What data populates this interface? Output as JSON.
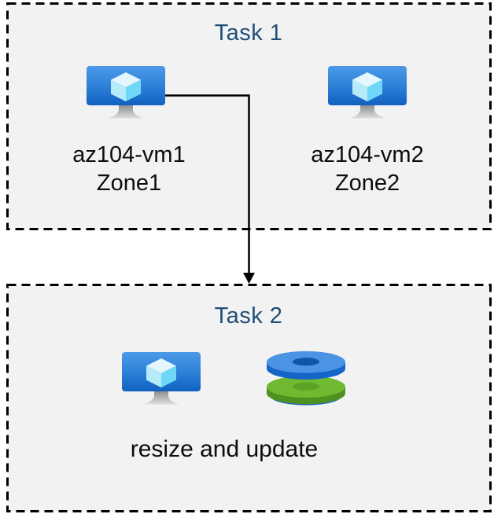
{
  "page": {
    "background": "#ffffff",
    "box_fill": "#f2f2f2",
    "box_border_color": "#000000",
    "title_color": "#1F4E79",
    "text_color": "#0d0d0d"
  },
  "task1": {
    "title": "Task 1",
    "vms": [
      {
        "name": "az104-vm1",
        "zone": "Zone1",
        "icon": "virtual-machine-icon"
      },
      {
        "name": "az104-vm2",
        "zone": "Zone2",
        "icon": "virtual-machine-icon"
      }
    ]
  },
  "task2": {
    "title": "Task 2",
    "caption": "resize and update",
    "icons": [
      "virtual-machine-icon",
      "managed-disks-icon"
    ]
  },
  "connector": {
    "type": "elbow-arrow",
    "from": "az104-vm1",
    "to": "Task 2",
    "color": "#000000"
  },
  "icon_colors": {
    "vm_screen_top": "#4C9BE8",
    "vm_screen_bottom": "#1160C0",
    "cube_top": "#e4f7fe",
    "cube_left": "#b6ecfa",
    "cube_right": "#6fd7f7",
    "stand_gray": "#9a9a9a",
    "disk_blue_top": "#4B93E4",
    "disk_blue_side": "#1565C8",
    "disk_blue_hole": "#0E57A8",
    "disk_green_top": "#6FBA30",
    "disk_green_side": "#4F9120",
    "disk_green_hole": "#5CA325"
  }
}
